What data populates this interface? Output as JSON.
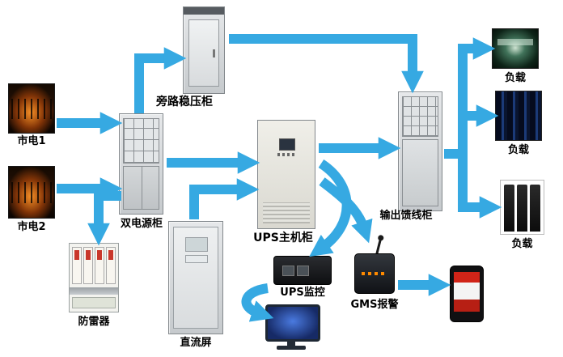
{
  "diagram": {
    "background": "#ffffff",
    "arrow_color": "#36A9E2",
    "label_color": "#000000",
    "nodes": {
      "mains1": {
        "label": "市电1",
        "image": "power-plant-photo"
      },
      "mains2": {
        "label": "市电2",
        "image": "power-plant-photo"
      },
      "dual_power_cabinet": {
        "label": "双电源柜",
        "image": "equipment-cabinet"
      },
      "bypass_regulator_cabinet": {
        "label": "旁路稳压柜",
        "image": "equipment-cabinet"
      },
      "ups_main_cabinet": {
        "label": "UPS主机柜",
        "image": "equipment-cabinet"
      },
      "output_feeder_cabinet": {
        "label": "输出馈线柜",
        "image": "equipment-cabinet"
      },
      "load1": {
        "label": "负载",
        "image": "server-room-photo"
      },
      "load2": {
        "label": "负载",
        "image": "server-rack-photo"
      },
      "load3": {
        "label": "负载",
        "image": "server-towers-photo"
      },
      "lightning_arrester": {
        "label": "防雷器",
        "image": "surge-protector"
      },
      "dc_panel": {
        "label": "直流屏",
        "image": "equipment-cabinet"
      },
      "ups_monitor": {
        "label": "UPS监控",
        "image": "monitoring-box"
      },
      "gms_alarm": {
        "label": "GMS报警",
        "image": "gsm-modem-with-antenna"
      },
      "alarm_phone": {
        "image": "mobile-phone"
      },
      "monitor_pc": {
        "image": "desktop-computer"
      }
    },
    "connections": [
      {
        "from": "mains1",
        "to": "dual_power_cabinet"
      },
      {
        "from": "mains2",
        "to": "dual_power_cabinet"
      },
      {
        "from": "dual_power_cabinet",
        "to": "bypass_regulator_cabinet"
      },
      {
        "from": "bypass_regulator_cabinet",
        "to": "output_feeder_cabinet"
      },
      {
        "from": "dual_power_cabinet",
        "to": "ups_main_cabinet"
      },
      {
        "from": "ups_main_cabinet",
        "to": "output_feeder_cabinet"
      },
      {
        "from": "output_feeder_cabinet",
        "to": "load1"
      },
      {
        "from": "output_feeder_cabinet",
        "to": "load2"
      },
      {
        "from": "output_feeder_cabinet",
        "to": "load3"
      },
      {
        "from": "dual_power_cabinet",
        "to": "lightning_arrester"
      },
      {
        "from": "dc_panel",
        "to": "ups_main_cabinet"
      },
      {
        "from": "ups_main_cabinet",
        "to": "ups_monitor"
      },
      {
        "from": "ups_main_cabinet",
        "to": "gms_alarm"
      },
      {
        "from": "ups_monitor",
        "to": "monitor_pc"
      },
      {
        "from": "gms_alarm",
        "to": "alarm_phone"
      }
    ]
  }
}
